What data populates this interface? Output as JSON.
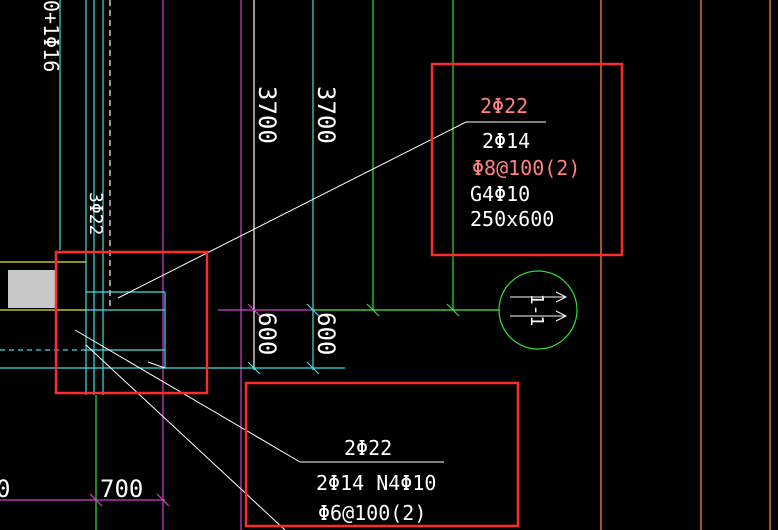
{
  "drawing": {
    "colors": {
      "background": "#000000",
      "white_line": "#ffffff",
      "cyan_line": "#40e0e0",
      "green_line": "#33dd33",
      "magenta_line": "#d040d0",
      "orange_line": "#ff9933",
      "yellow_line": "#e6e62a",
      "red_highlight": "#ff2a2a",
      "gray_fill": "#c8c8c8"
    },
    "labels": {
      "top_left_rebar": "0+1Φ16",
      "vertical_3c22": "3Φ22",
      "dim_3700_a": "3700",
      "dim_3700_b": "3700",
      "dim_600_a": "600",
      "dim_600_b": "600",
      "dim_700": "700",
      "dim_left_0": "0"
    },
    "beam_callout_top": {
      "top_bar": "2Φ22",
      "bottom_bar": "2Φ14",
      "stirrup": "Φ8@100(2)",
      "side_bar": "G4Φ10",
      "section": "250x600"
    },
    "beam_callout_bottom": {
      "top_bar": "2Φ22",
      "bottom_bar": "2Φ14 N4Φ10",
      "stirrup": "Φ6@100(2)"
    },
    "section_marker": {
      "label": "1-1"
    }
  }
}
